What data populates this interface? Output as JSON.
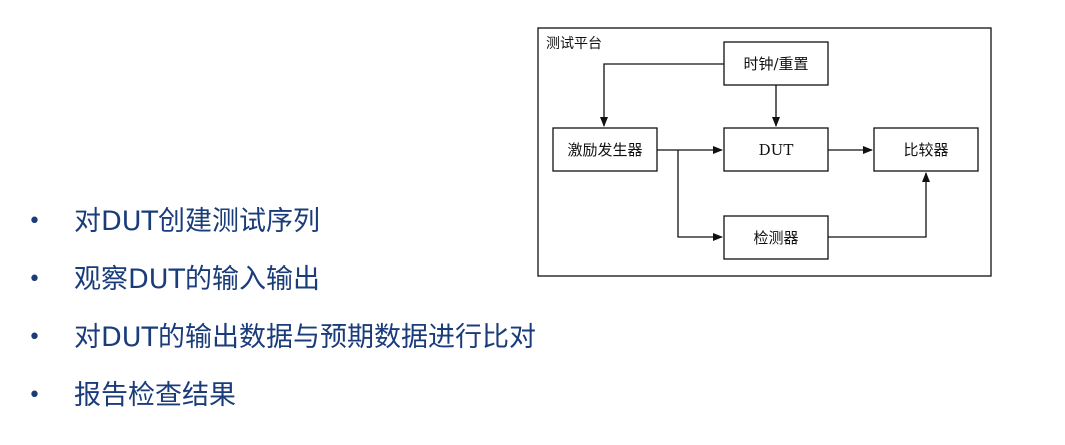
{
  "diagram": {
    "frame_title": "测试平台",
    "nodes": {
      "clock": "时钟/重置",
      "stimulus": "激励发生器",
      "dut": "DUT",
      "comparator": "比较器",
      "monitor": "检测器"
    }
  },
  "bullets": [
    "对DUT创建测试序列",
    "观察DUT的输入输出",
    "对DUT的输出数据与预期数据进行比对",
    "报告检查结果"
  ],
  "bullet_symbol": "•",
  "colors": {
    "bullet_text": "#1a3c7a",
    "diagram_stroke": "#111111"
  }
}
